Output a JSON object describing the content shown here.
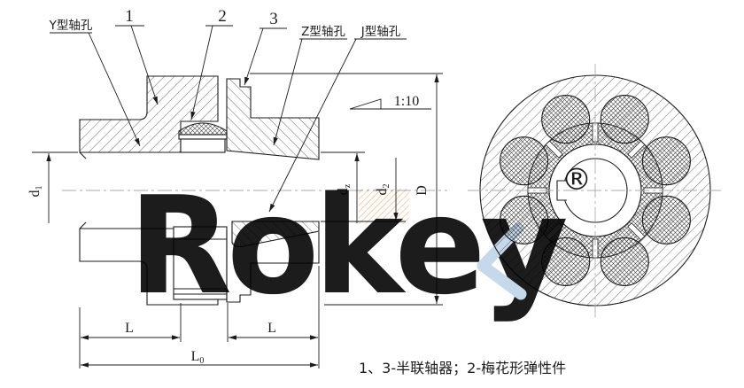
{
  "drawing": {
    "callouts": {
      "y_bore": "Y型轴孔",
      "part1": "1",
      "part2": "2",
      "part3": "3",
      "z_bore": "Z型轴孔",
      "j_bore": "J型轴孔",
      "taper": "1:10"
    },
    "dimensions": {
      "d1_base": "d",
      "d1_sub": "1",
      "dz_base": "d",
      "dz_sub": "z",
      "d2_base": "d",
      "d2_sub": "2",
      "D": "D",
      "L_left": "L",
      "L_right": "L",
      "L0_base": "L",
      "L0_sub": "0"
    },
    "note": "1、3-半联轴器；2-梅花形弹性件",
    "watermark": {
      "text": "Rokey",
      "registered": "®",
      "color": "#c5d9eb",
      "accent_color": "#f3c396"
    },
    "colors": {
      "line": "#1c1c1c",
      "hatch": "#3a3a3a",
      "centerline": "#a7adb3",
      "background": "#ffffff"
    }
  }
}
